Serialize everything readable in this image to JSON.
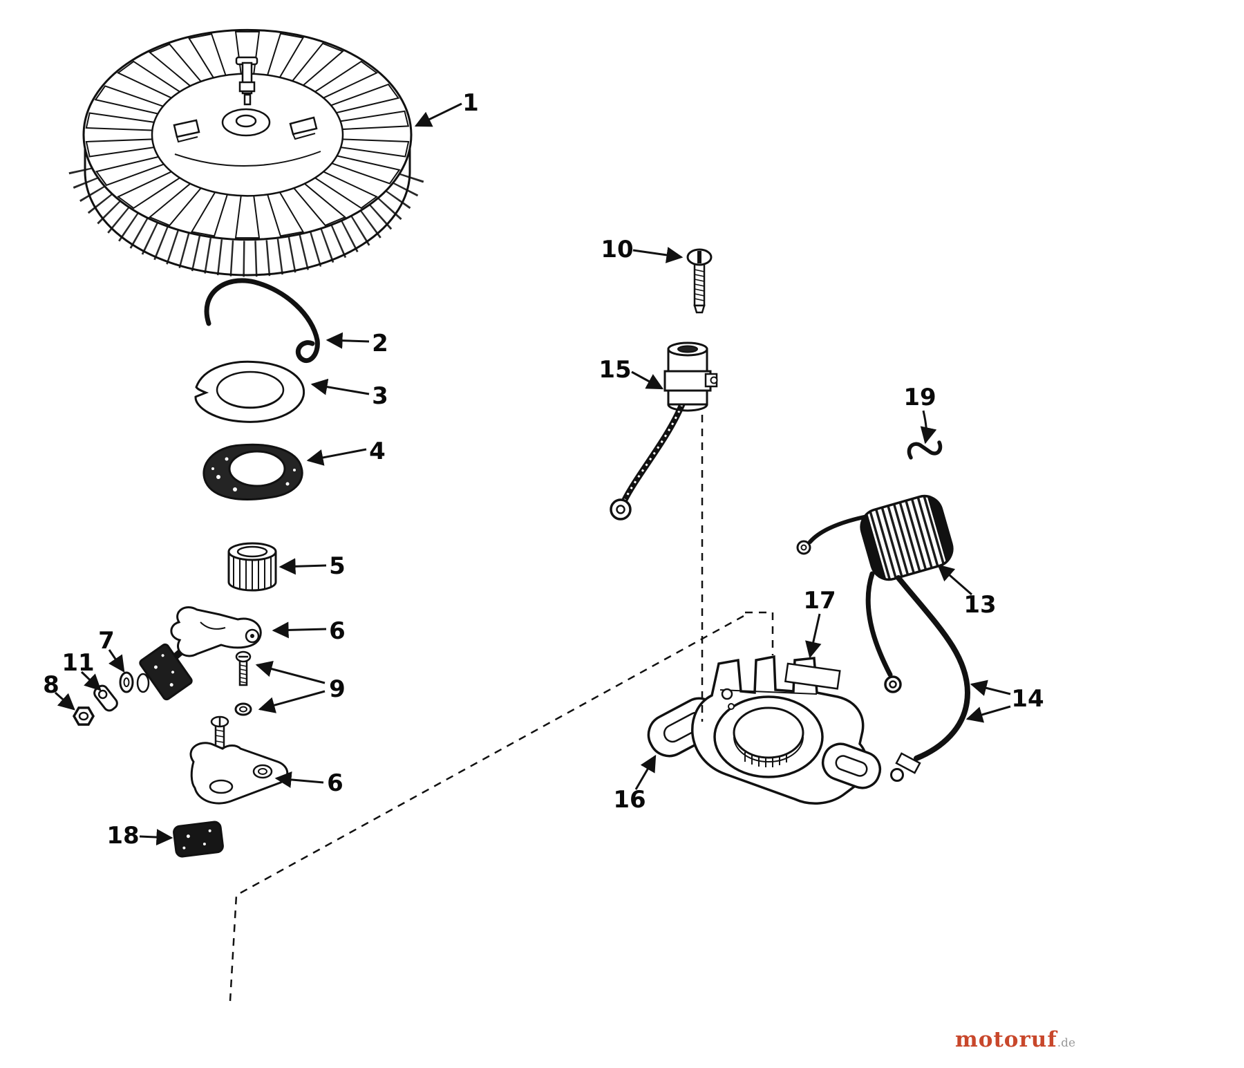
{
  "diagram": {
    "type": "exploded-parts-diagram",
    "callout_labels": [
      "1",
      "2",
      "3",
      "4",
      "5",
      "6",
      "7",
      "8",
      "9",
      "10",
      "11",
      "13",
      "14",
      "15",
      "16",
      "17",
      "18",
      "19",
      "6"
    ]
  },
  "watermark": {
    "brand": "motoruf",
    "tld": ".de"
  }
}
